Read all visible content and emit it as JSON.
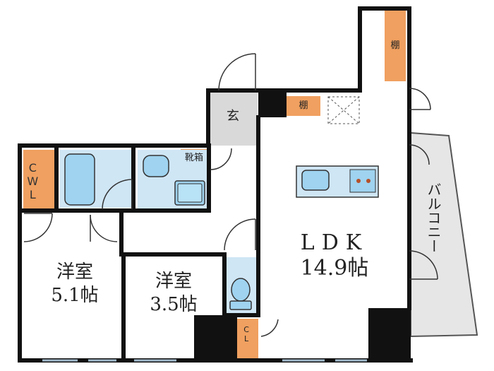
{
  "rooms": {
    "ldk": {
      "name": "LDK",
      "size": "14.9帖"
    },
    "western1": {
      "name": "洋室",
      "size": "5.1帖"
    },
    "western2": {
      "name": "洋室",
      "size": "3.5帖"
    },
    "entrance": {
      "name": "玄"
    },
    "balcony": {
      "name": "バルコニー"
    }
  },
  "storage": {
    "cwl": "CWL",
    "shoe_box": "靴箱",
    "shelf_top": "棚",
    "shelf_kitchen": "棚",
    "closet": "CL"
  },
  "colors": {
    "wall": "#111111",
    "storage": "#f0a060",
    "wet_area": "#cfe6f5",
    "fixture": "#9fd3ef",
    "entrance_floor": "#d9d9d9",
    "balcony": "#e6e6e6",
    "window": "#9fb8c8"
  }
}
